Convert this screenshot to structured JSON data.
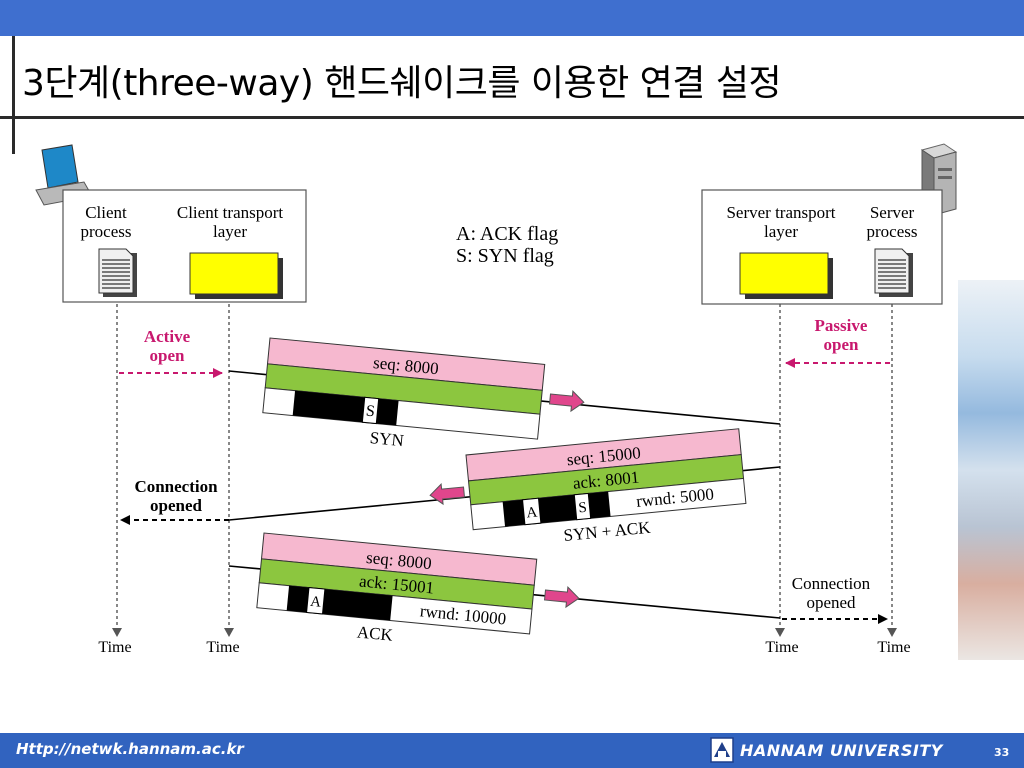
{
  "slide": {
    "title": "3단계(three-way) 핸드쉐이크를 이용한 연결 설정",
    "footer_url": "Http://netwk.hannam.ac.kr",
    "footer_university": "HANNAM UNIVERSITY",
    "page_number": "33"
  },
  "diagram": {
    "client_process": [
      "Client",
      "process"
    ],
    "client_transport": [
      "Client transport",
      "layer"
    ],
    "server_transport": [
      "Server transport",
      "layer"
    ],
    "server_process": [
      "Server",
      "process"
    ],
    "legend": [
      "A: ACK flag",
      "S: SYN flag"
    ],
    "active_open": [
      "Active",
      "open"
    ],
    "passive_open": [
      "Passive",
      "open"
    ],
    "client_connection_opened": [
      "Connection",
      "opened"
    ],
    "server_connection_opened": [
      "Connection",
      "opened"
    ],
    "time_label": "Time",
    "segments": {
      "syn": {
        "seq": "seq: 8000",
        "flag_s": "S",
        "label": "SYN"
      },
      "synack": {
        "seq": "seq: 15000",
        "ack": "ack: 8001",
        "flag_a": "A",
        "flag_s": "S",
        "rwnd": "rwnd: 5000",
        "label": "SYN + ACK"
      },
      "ack": {
        "seq": "seq: 8000",
        "ack": "ack: 15001",
        "flag_a": "A",
        "rwnd": "rwnd: 10000",
        "label": "ACK"
      }
    },
    "colors": {
      "seq_band": "#f6b8cf",
      "ack_band": "#8cc63f",
      "transport_box": "#ffff00",
      "arrow": "#e0468c",
      "passive_text": "#c8186e"
    }
  }
}
